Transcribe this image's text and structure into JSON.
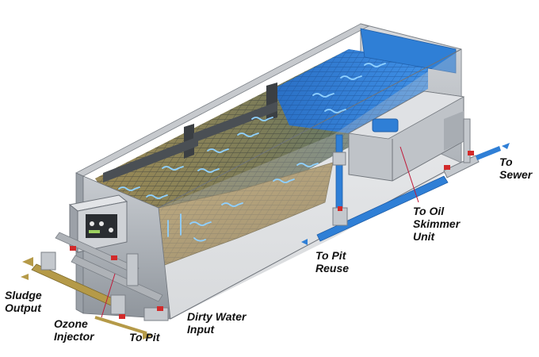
{
  "callouts": {
    "to_sewer": [
      "To",
      "Sewer"
    ],
    "to_oil_skimmer_unit": [
      "To Oil",
      "Skimmer",
      "Unit"
    ],
    "to_pit_reuse": [
      "To Pit",
      "Reuse"
    ],
    "sludge_output": [
      "Sludge",
      "Output"
    ],
    "ozone_injector": [
      "Ozone",
      "Injector"
    ],
    "to_pit": [
      "To Pit"
    ],
    "dirty_water_input": [
      "Dirty Water",
      "Input"
    ]
  },
  "colors": {
    "tank_metal": "#c9ccd0",
    "tank_shadow": "#9a9fa6",
    "sediment": "#b79a5e",
    "muddy_water": "#8a8460",
    "media_grid": "#3f4548",
    "clean_zone": "#2f7fd6",
    "flow_arrow": "#7fc7ff",
    "pipe_blue": "#2f7fd6",
    "pipe_gray": "#aeb2b7",
    "pipe_gold": "#b59a48",
    "valve_red": "#d22a2a",
    "leader_line": "#c01a3a"
  },
  "icons": [
    "control-panel-icon",
    "oil-skimmer-icon",
    "valve-icon",
    "flow-arrow-icon"
  ]
}
